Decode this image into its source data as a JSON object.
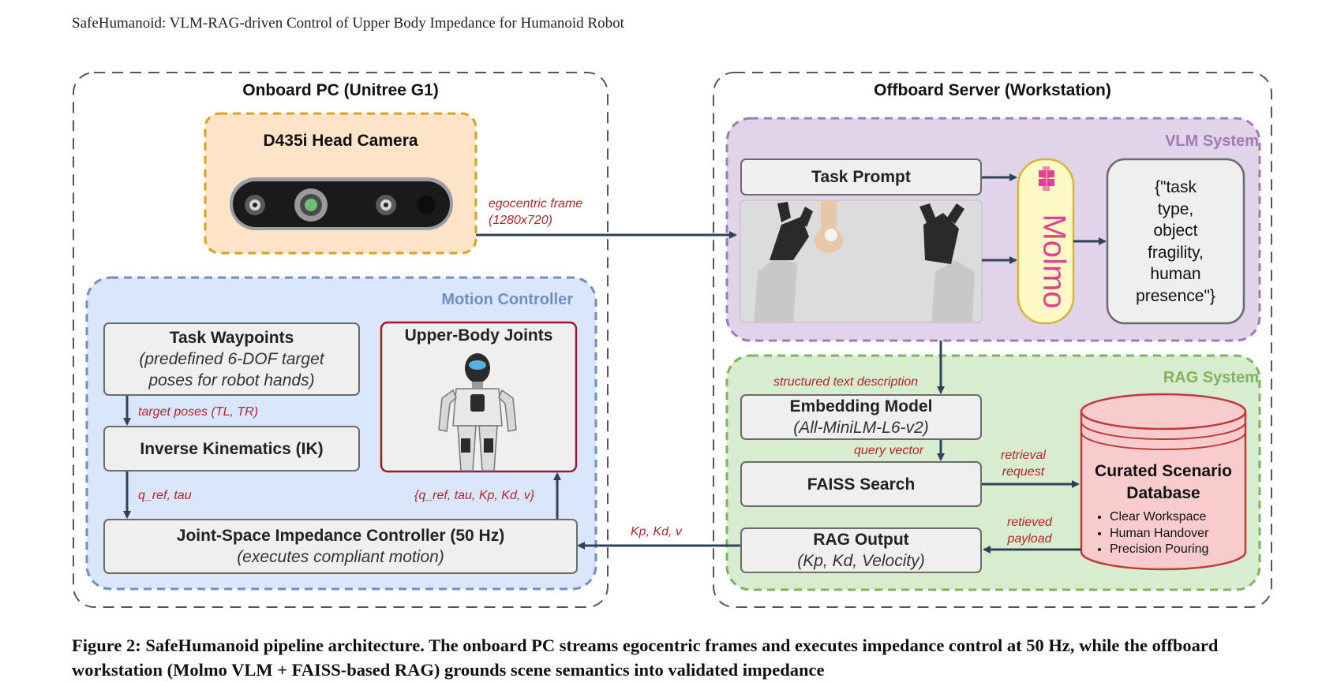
{
  "header": {
    "title": "SafeHumanoid: VLM-RAG-driven Control of Upper Body Impedance for Humanoid Robot"
  },
  "onboard": {
    "title": "Onboard PC (Unitree G1)",
    "camera_title": "D435i Head Camera",
    "motion_controller": {
      "title": "Motion Controller",
      "waypoints_main": "Task Waypoints",
      "waypoints_sub1": "(predefined 6-DOF target",
      "waypoints_sub2": "poses for robot hands)",
      "ik": "Inverse Kinematics (IK)",
      "joints": "Upper-Body Joints",
      "controller_main": "Joint-Space Impedance Controller (50 Hz)",
      "controller_sub": "(executes compliant motion)"
    }
  },
  "offboard": {
    "title": "Offboard Server (Workstation)",
    "vlm": {
      "title": "VLM System",
      "prompt": "Task Prompt",
      "molmo": "Molmo",
      "json_lines": [
        "{\"task",
        "type,",
        "object",
        "fragility,",
        "human",
        "presence\"}"
      ]
    },
    "rag": {
      "title": "RAG System",
      "embedding_main": "Embedding Model",
      "embedding_sub": "(All-MiniLM-L6-v2)",
      "faiss": "FAISS Search",
      "output_main": "RAG Output",
      "output_sub": "(Kp, Kd, Velocity)",
      "db_title_1": "Curated Scenario",
      "db_title_2": "Database",
      "db_items": [
        "Clear Workspace",
        "Human Handover",
        "Precision Pouring"
      ]
    }
  },
  "edges": {
    "frame_1": "egocentric frame",
    "frame_2": "(1280x720)",
    "target_poses": "target poses (TL, TR)",
    "q_ref": "q_ref, tau",
    "joint_cmd": "{q_ref, tau, Kp, Kd, v}",
    "kp_kd": "Kp, Kd, v",
    "structured": "structured text description",
    "query": "query vector",
    "retrieval_1": "retrieval",
    "retrieval_2": "request",
    "retrieved_1": "retieved",
    "retrieved_2": "payload"
  },
  "caption": {
    "text": "Figure 2: SafeHumanoid pipeline architecture. The onboard PC streams egocentric frames and executes impedance control at 50 Hz, while the offboard workstation (Molmo VLM + FAISS-based RAG) grounds scene semantics into validated impedance"
  },
  "colors": {
    "camera_fill": "#fde4c8",
    "camera_border": "#d9a21b",
    "motion_fill": "#dae7fb",
    "motion_border": "#6f8fc4",
    "vlm_fill": "#e1d3e9",
    "vlm_border": "#a07bb5",
    "rag_fill": "#d8ecd0",
    "rag_border": "#7fb35f",
    "db_fill": "#f8cccc",
    "db_border": "#c0393b",
    "arrow": "#2e4356",
    "label_red": "#b0262a",
    "molmo_pink": "#e0428f"
  }
}
